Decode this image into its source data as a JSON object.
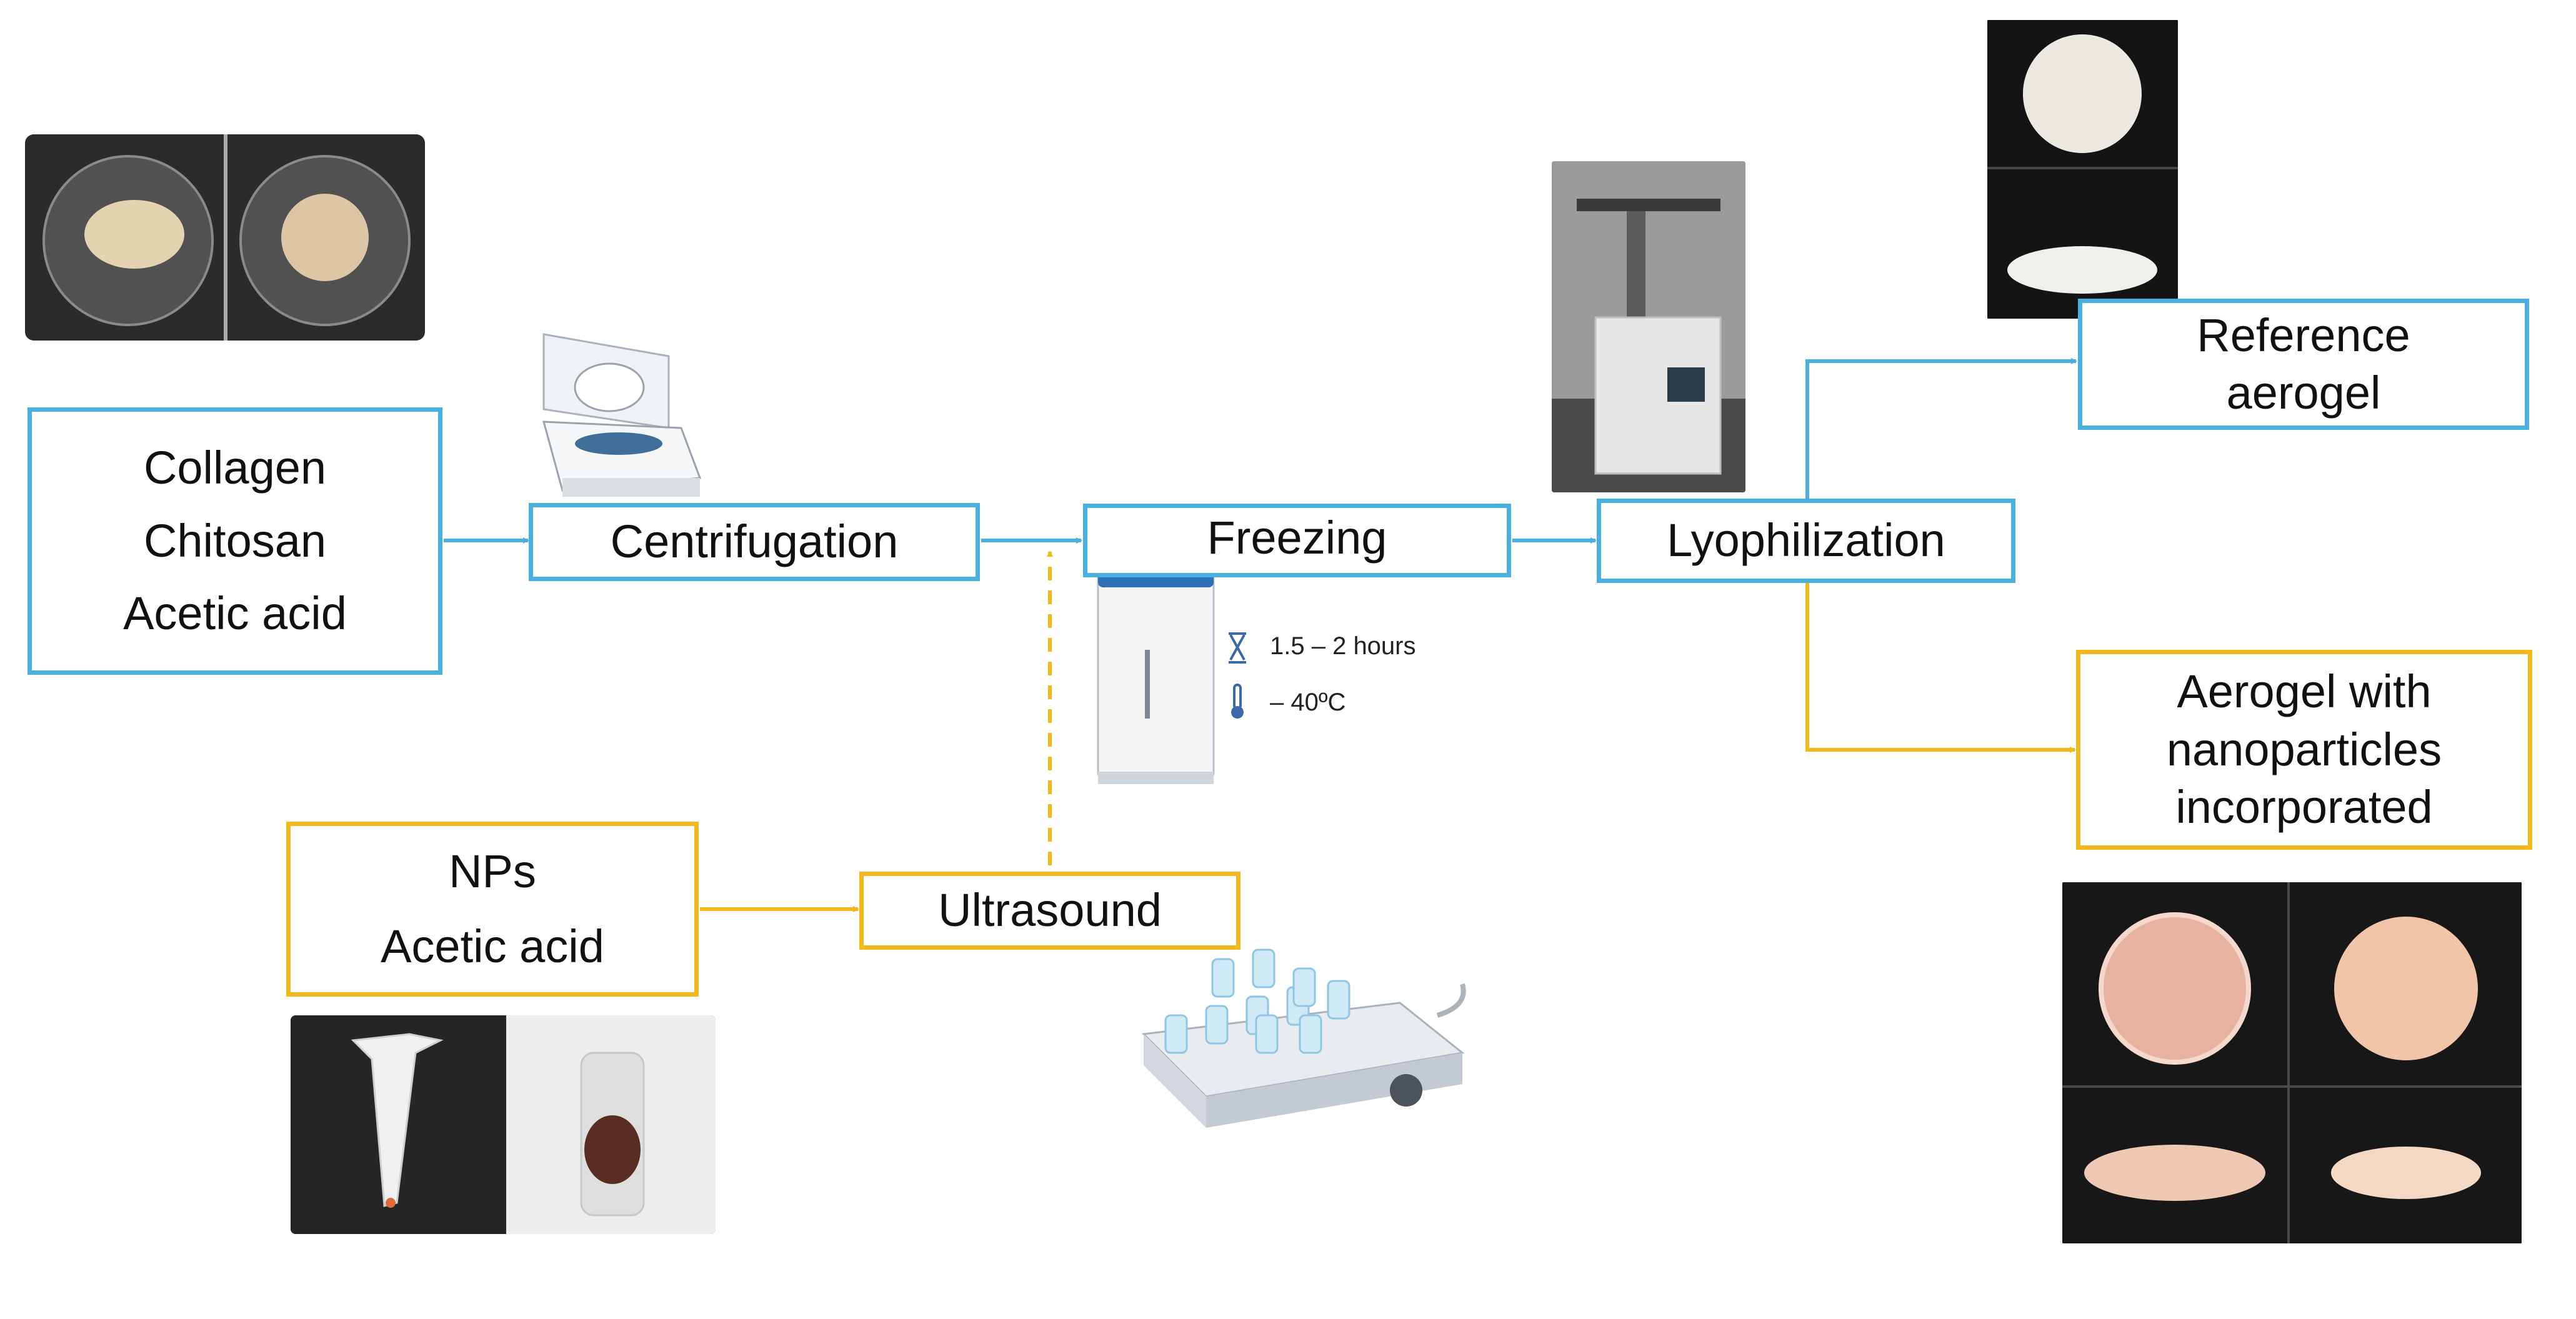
{
  "inputs_top": [
    "Collagen",
    "Chitosan",
    "Acetic acid"
  ],
  "inputs_bottom": [
    "NPs",
    "Acetic acid"
  ],
  "steps": {
    "centrifugation": "Centrifugation",
    "freezing": "Freezing",
    "lyophilization": "Lyophilization",
    "ultrasound": "Ultrasound"
  },
  "outputs": {
    "reference": [
      "Reference",
      "aerogel"
    ],
    "with_np": [
      "Aerogel with",
      "nanoparticles",
      "incorporated"
    ]
  },
  "freezing_conditions": {
    "time": "1.5 – 2 hours",
    "temperature": "– 40ºC"
  },
  "colors": {
    "blue": "#4ab0e0",
    "yellow": "#f2b81e"
  },
  "icons": [
    "centrifuge-icon",
    "freezer-icon",
    "hourglass-icon",
    "thermometer-icon",
    "lyophilizer-photo",
    "ultrasound-bath-icon"
  ]
}
